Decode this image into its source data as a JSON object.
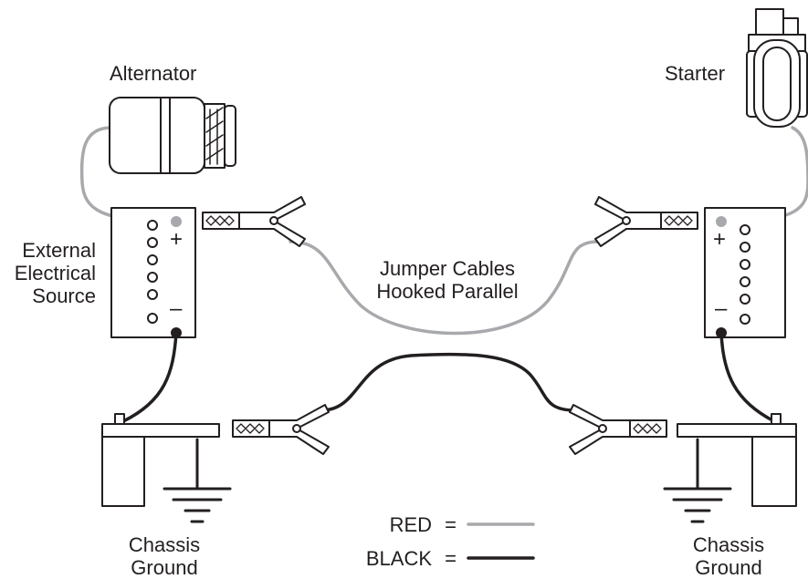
{
  "labels": {
    "alternator": "Alternator",
    "starter": "Starter",
    "external_source": [
      "External",
      "Electrical",
      "Source"
    ],
    "jumper_cables": [
      "Jumper Cables",
      "Hooked Parallel"
    ],
    "chassis_ground_left": [
      "Chassis",
      "Ground"
    ],
    "chassis_ground_right": [
      "Chassis",
      "Ground"
    ],
    "plus": "+",
    "minus": "–"
  },
  "legend": {
    "red_label": "RED",
    "black_label": "BLACK",
    "equals": "=",
    "red_color": "#a7a9ac",
    "black_color": "#231f20"
  },
  "icons": [
    "alternator-icon",
    "starter-icon",
    "battery-icon",
    "clamp-icon",
    "ground-symbol-icon",
    "chassis-block-icon"
  ]
}
